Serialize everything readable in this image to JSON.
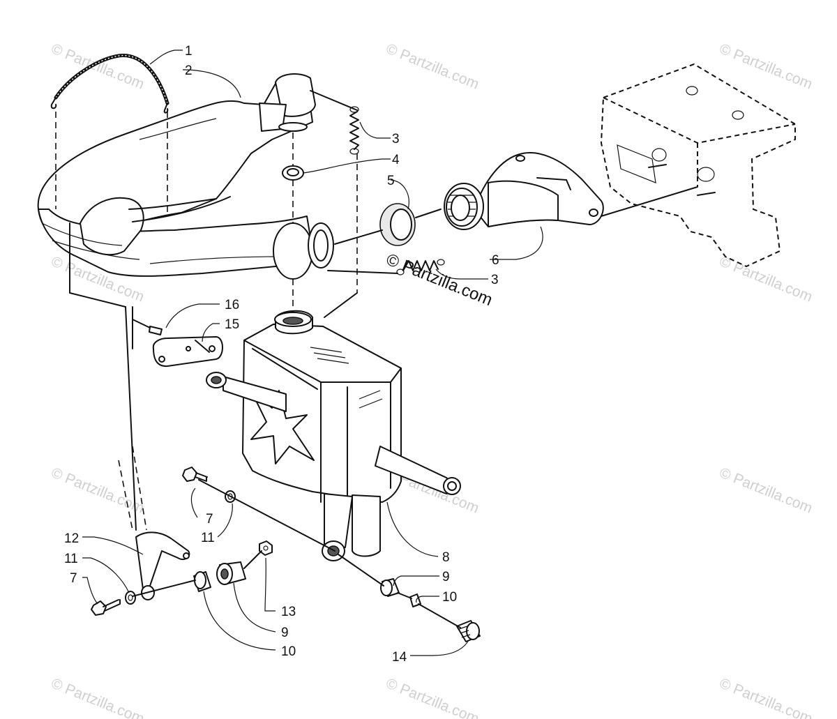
{
  "diagram": {
    "callouts": [
      {
        "id": "c1",
        "label": "1"
      },
      {
        "id": "c2",
        "label": "2"
      },
      {
        "id": "c3a",
        "label": "3"
      },
      {
        "id": "c3b",
        "label": "3"
      },
      {
        "id": "c4",
        "label": "4"
      },
      {
        "id": "c5",
        "label": "5"
      },
      {
        "id": "c6",
        "label": "6"
      },
      {
        "id": "c7a",
        "label": "7"
      },
      {
        "id": "c7b",
        "label": "7"
      },
      {
        "id": "c8",
        "label": "8"
      },
      {
        "id": "c9a",
        "label": "9"
      },
      {
        "id": "c9b",
        "label": "9"
      },
      {
        "id": "c10a",
        "label": "10"
      },
      {
        "id": "c10b",
        "label": "10"
      },
      {
        "id": "c11a",
        "label": "11"
      },
      {
        "id": "c11b",
        "label": "11"
      },
      {
        "id": "c12",
        "label": "12"
      },
      {
        "id": "c13",
        "label": "13"
      },
      {
        "id": "c14",
        "label": "14"
      },
      {
        "id": "c15",
        "label": "15"
      },
      {
        "id": "c16",
        "label": "16"
      }
    ],
    "watermark_text": "© Partzilla.com",
    "center_watermark_text": "© Partzilla.com"
  }
}
